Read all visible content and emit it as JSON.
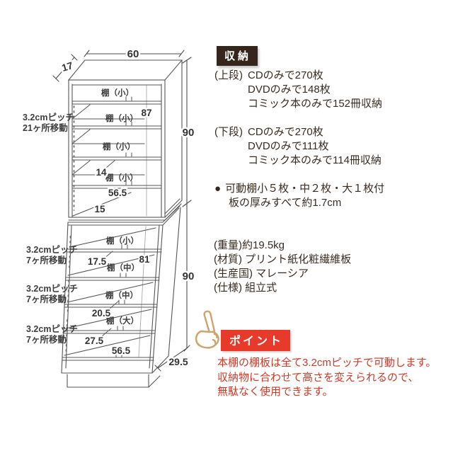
{
  "colors": {
    "badge_brown": "#36251a",
    "badge_red": "#e73a2b",
    "text_red": "#cc3a28",
    "text_dark": "#382b20",
    "diagram_line": "#555555"
  },
  "diagram": {
    "dim_width": "60",
    "dim_depth_top": "17",
    "dim_height_upper": "90",
    "dim_height_lower": "90",
    "dim_depth_bottom": "29.5",
    "pitch_upper_l1": "3.2cmピッチ",
    "pitch_upper_l2": "21ヶ所移動",
    "pitch_lower_l1": "3.2cmピッチ",
    "pitch_lower_l2": "7ヶ所移動",
    "shelf_small": "棚（小）",
    "shelf_mid": "棚（中）",
    "shelf_large": "棚（大）",
    "num_inner_height_upper": "87",
    "num_comp_upper": "14",
    "num_inner_width_upper": "56.5",
    "num_bottom_upper": "15",
    "num_comp_lower1": "17.5",
    "num_inner_height_lower": "81",
    "num_comp_lower2": "20.5",
    "num_comp_lower3": "27.5",
    "num_inner_width_lower": "56.5"
  },
  "storage": {
    "badge": "収納",
    "upper_label": "(上段)",
    "upper_lines": [
      "CDのみで270枚",
      "DVDのみで148枚",
      "コミック本のみで152冊収納"
    ],
    "lower_label": "(下段)",
    "lower_lines": [
      "CDのみで270枚",
      "DVDのみで111枚",
      "コミック本のみで114冊収納"
    ],
    "bullet": "●",
    "note_line1": "可動棚小５枚・中２枚・大１枚付",
    "note_line2": "板の厚みすべて約1.7cm"
  },
  "specs": {
    "lines": [
      "(重量)約19.5kg",
      "(材質) プリント紙化粧繊維板",
      "(生産国) マレーシア",
      "(仕様) 組立式"
    ]
  },
  "point": {
    "badge": "ポイント",
    "lines": [
      "本棚の棚板は全て3.2cmピッチで可動します。",
      "収納物に合わせて高さを変えられるので、",
      "無駄なく使用できます。"
    ]
  }
}
